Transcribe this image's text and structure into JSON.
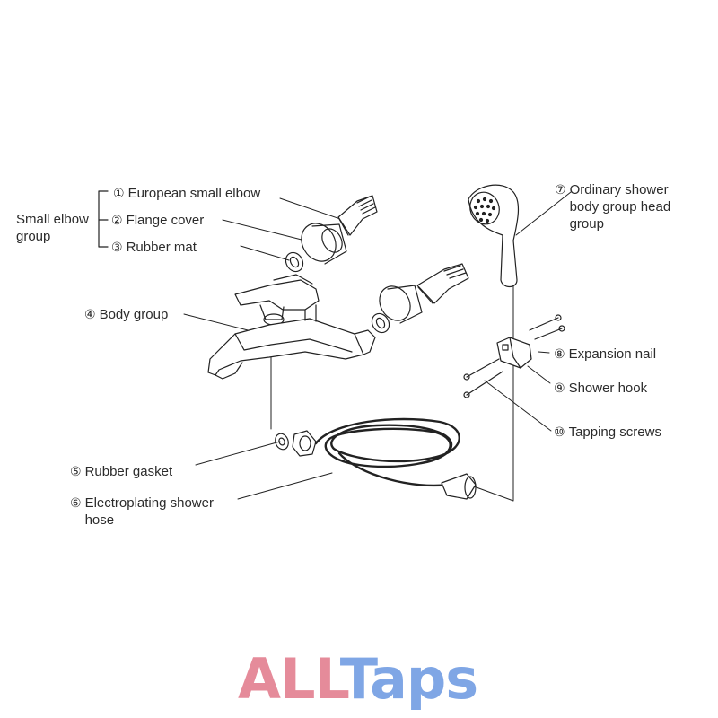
{
  "group_label": "Small elbow\ngroup",
  "parts": [
    {
      "num": "①",
      "name": "European small elbow"
    },
    {
      "num": "②",
      "name": "Flange cover"
    },
    {
      "num": "③",
      "name": "Rubber mat"
    },
    {
      "num": "④",
      "name": "Body group"
    },
    {
      "num": "⑤",
      "name": "Rubber gasket"
    },
    {
      "num": "⑥",
      "name": "Electroplating shower\nhose"
    },
    {
      "num": "⑦",
      "name": "Ordinary shower\nbody group head\ngroup"
    },
    {
      "num": "⑧",
      "name": "Expansion nail"
    },
    {
      "num": "⑨",
      "name": "Shower hook"
    },
    {
      "num": "⑩",
      "name": "Tapping screws"
    }
  ],
  "logo": {
    "part1": "ALL",
    "part2": "Taps",
    "color1": "#e58b9a",
    "color2": "#7fa6e5"
  }
}
